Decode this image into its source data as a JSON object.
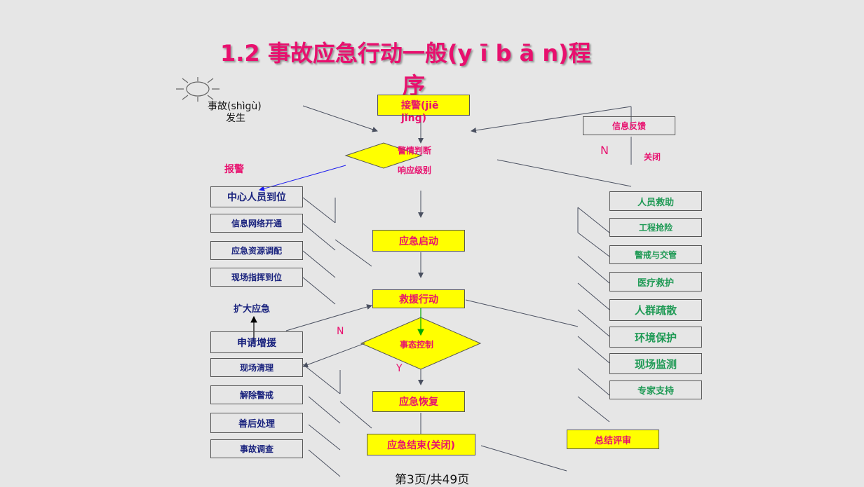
{
  "title": {
    "line1": "1.2   事故应急行动一般(y ī b ā n)程",
    "line2": "序"
  },
  "start": {
    "line1": "事故(shìgù)",
    "line2": "发生"
  },
  "flow": {
    "receive": "接警(jiē jǐng)",
    "judge_1": "警情判断",
    "judge_2": "响应级别",
    "launch": "应急启动",
    "rescue": "救援行动",
    "control": "事态控制",
    "recover": "应急恢复",
    "end": "应急结束(关闭)"
  },
  "labels": {
    "alarm": "报警",
    "expand": "扩大应急",
    "n_top": "N",
    "close": "关闭",
    "n_mid": "N",
    "y_mid": "Y"
  },
  "feedback": "信息反馈",
  "left_boxes": [
    "中心人员到位",
    "信息网络开通",
    "应急资源调配",
    "现场指挥到位"
  ],
  "left_lower_boxes": [
    "申请增援",
    "现场清理",
    "解除警戒",
    "善后处理",
    "事故调查"
  ],
  "right_boxes": [
    "人员救助",
    "工程抢险",
    "警戒与交管",
    "医疗救护",
    "人群疏散",
    "环境保护",
    "现场监测",
    "专家支持"
  ],
  "review": "总结评审",
  "footer": "第3页/共49页",
  "colors": {
    "accent_pink": "#e8106e",
    "yellow": "#ffff00",
    "navy": "#1a237e",
    "green": "#1f9a55",
    "background": "#e6e6e6"
  }
}
